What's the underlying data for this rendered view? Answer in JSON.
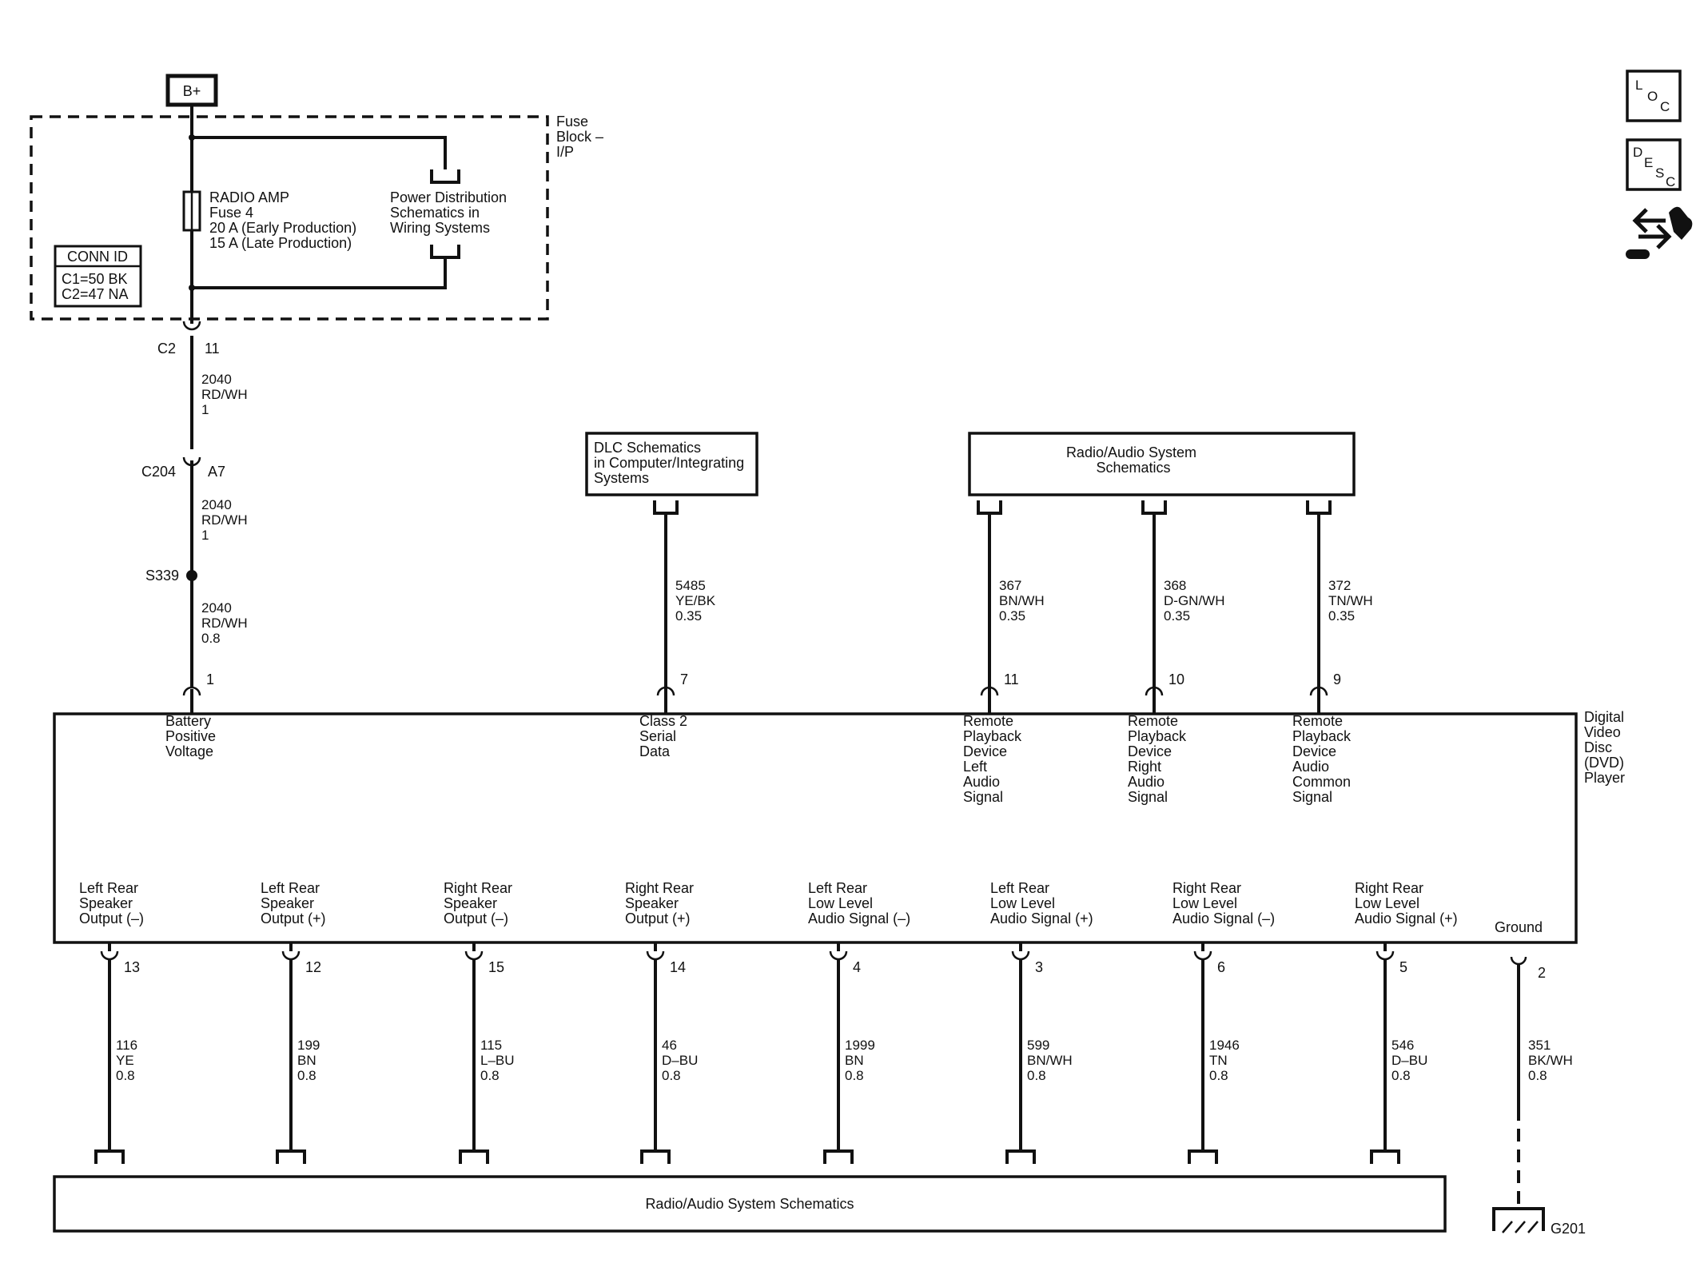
{
  "battery": {
    "label": "B+"
  },
  "fuse_block": {
    "label": [
      "Fuse",
      "Block –",
      "I/P"
    ],
    "fuse_lines": [
      "RADIO AMP",
      "Fuse 4",
      "20 A (Early Production)",
      "15 A (Late Production)"
    ],
    "power_dist": [
      "Power Distribution",
      "Schematics in",
      "Wiring Systems"
    ],
    "conn_id": {
      "title": "CONN ID",
      "lines": [
        "C1=50 BK",
        "C2=47 NA"
      ]
    }
  },
  "feed": {
    "c2": {
      "name": "C2",
      "pin": "11"
    },
    "wire1": [
      "2040",
      "RD/WH",
      "1"
    ],
    "c204": {
      "name": "C204",
      "pin": "A7"
    },
    "wire2": [
      "2040",
      "RD/WH",
      "1"
    ],
    "splice": "S339",
    "wire3": [
      "2040",
      "RD/WH",
      "0.8"
    ]
  },
  "dlc_box": [
    "DLC Schematics",
    "in Computer/Integrating",
    "Systems"
  ],
  "radio_top_box": [
    "Radio/Audio System",
    "Schematics"
  ],
  "radio_bottom_box": "Radio/Audio System Schematics",
  "module": {
    "label": [
      "Digital",
      "Video",
      "Disc",
      "(DVD)",
      "Player"
    ]
  },
  "top_circuits": [
    {
      "pin": "1",
      "wire": [],
      "label": [
        "Battery",
        "Positive",
        "Voltage"
      ]
    },
    {
      "pin": "7",
      "wire": [
        "5485",
        "YE/BK",
        "0.35"
      ],
      "label": [
        "Class 2",
        "Serial",
        "Data"
      ]
    },
    {
      "pin": "11",
      "wire": [
        "367",
        "BN/WH",
        "0.35"
      ],
      "label": [
        "Remote",
        "Playback",
        "Device",
        "Left",
        "Audio",
        "Signal"
      ]
    },
    {
      "pin": "10",
      "wire": [
        "368",
        "D-GN/WH",
        "0.35"
      ],
      "label": [
        "Remote",
        "Playback",
        "Device",
        "Right",
        "Audio",
        "Signal"
      ]
    },
    {
      "pin": "9",
      "wire": [
        "372",
        "TN/WH",
        "0.35"
      ],
      "label": [
        "Remote",
        "Playback",
        "Device",
        "Audio",
        "Common",
        "Signal"
      ]
    }
  ],
  "bottom_circuits": [
    {
      "pin": "13",
      "wire": [
        "116",
        "YE",
        "0.8"
      ],
      "label": [
        "Left Rear",
        "Speaker",
        "Output (–)"
      ]
    },
    {
      "pin": "12",
      "wire": [
        "199",
        "BN",
        "0.8"
      ],
      "label": [
        "Left Rear",
        "Speaker",
        "Output (+)"
      ]
    },
    {
      "pin": "15",
      "wire": [
        "115",
        "L–BU",
        "0.8"
      ],
      "label": [
        "Right Rear",
        "Speaker",
        "Output (–)"
      ]
    },
    {
      "pin": "14",
      "wire": [
        "46",
        "D–BU",
        "0.8"
      ],
      "label": [
        "Right Rear",
        "Speaker",
        "Output (+)"
      ]
    },
    {
      "pin": "4",
      "wire": [
        "1999",
        "BN",
        "0.8"
      ],
      "label": [
        "Left Rear",
        "Low Level",
        "Audio Signal (–)"
      ]
    },
    {
      "pin": "3",
      "wire": [
        "599",
        "BN/WH",
        "0.8"
      ],
      "label": [
        "Left Rear",
        "Low Level",
        "Audio Signal (+)"
      ]
    },
    {
      "pin": "6",
      "wire": [
        "1946",
        "TN",
        "0.8"
      ],
      "label": [
        "Right Rear",
        "Low Level",
        "Audio Signal (–)"
      ]
    },
    {
      "pin": "5",
      "wire": [
        "546",
        "D–BU",
        "0.8"
      ],
      "label": [
        "Right Rear",
        "Low Level",
        "Audio Signal (+)"
      ]
    }
  ],
  "ground_circuit": {
    "pin": "2",
    "wire": [
      "351",
      "BK/WH",
      "0.8"
    ],
    "label": "Ground",
    "ground_name": "G201"
  },
  "side_icons": [
    {
      "name": "loc-icon",
      "letters": [
        "L",
        "O",
        "C"
      ]
    },
    {
      "name": "desc-icon",
      "letters": [
        "D",
        "E",
        "S",
        "C"
      ]
    },
    {
      "name": "connector-tool-icon"
    }
  ]
}
